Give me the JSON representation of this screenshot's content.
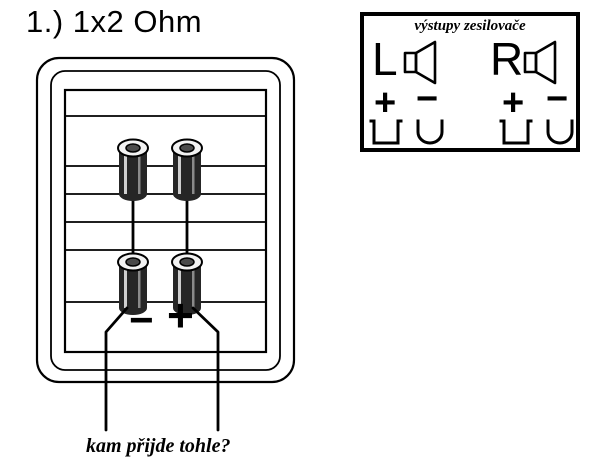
{
  "title": "1.) 1x2 Ohm",
  "plate": {
    "minus": "−",
    "plus": "+"
  },
  "caption": "kam přijde tohle?",
  "legend": {
    "title": "výstupy zesilovače",
    "left_channel": "L",
    "right_channel": "R",
    "plus": "+",
    "minus": "−"
  },
  "colors": {
    "ink": "#000000",
    "paper": "#ffffff"
  }
}
